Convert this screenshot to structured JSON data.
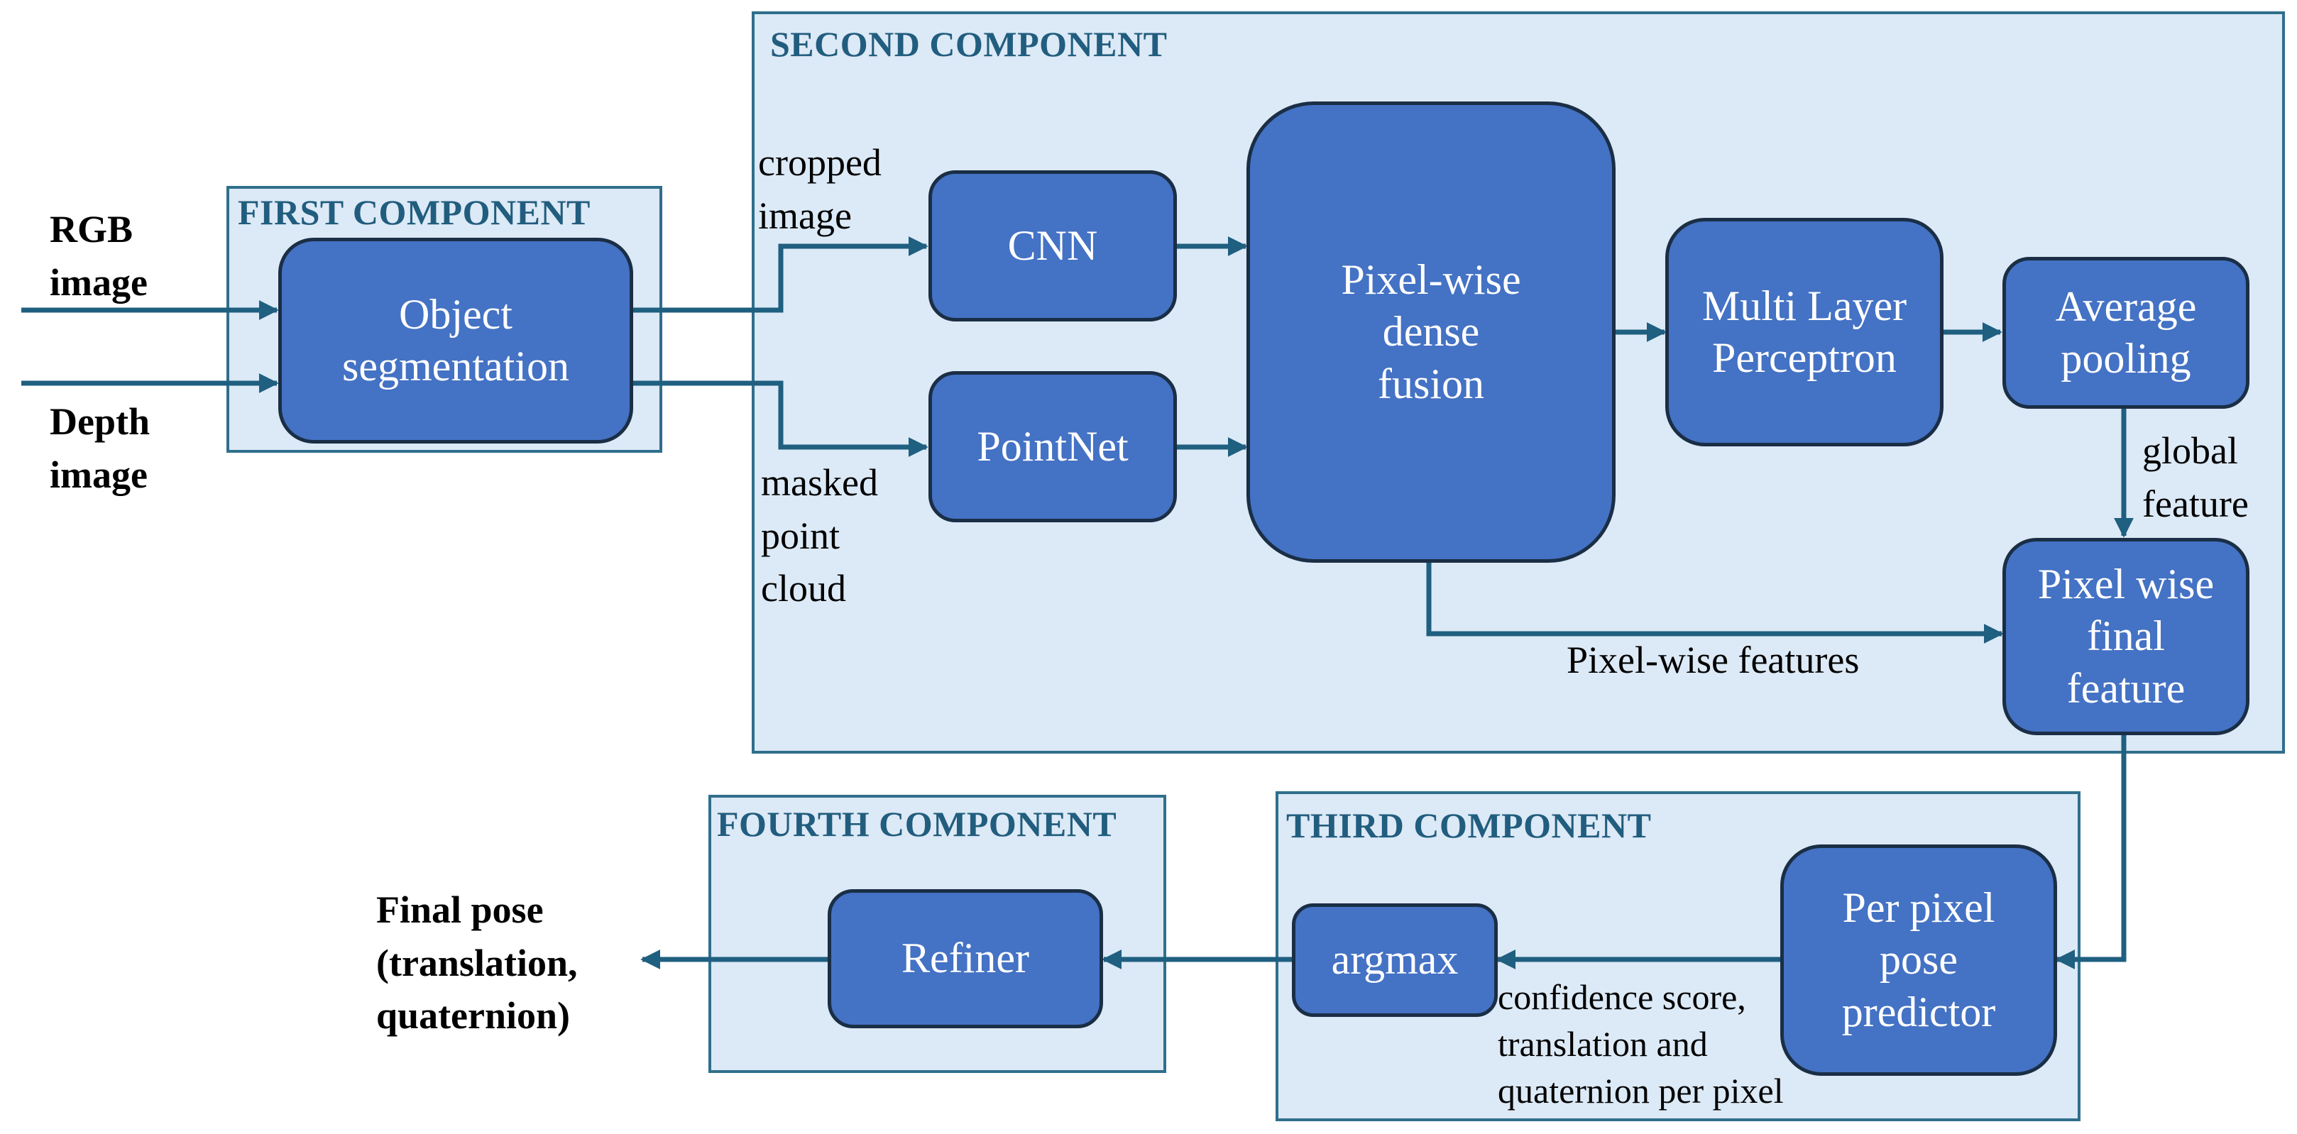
{
  "components": {
    "first": "FIRST COMPONENT",
    "second": "SECOND COMPONENT",
    "third": "THIRD COMPONENT",
    "fourth": "FOURTH COMPONENT"
  },
  "inputs": {
    "rgb": "RGB\nimage",
    "depth": "Depth\nimage"
  },
  "boxes": {
    "object_segmentation": "Object\nsegmentation",
    "cnn": "CNN",
    "pointnet": "PointNet",
    "dense_fusion": "Pixel-wise\ndense\nfusion",
    "mlp": "Multi Layer\nPerceptron",
    "avg_pooling": "Average\npooling",
    "final_feature": "Pixel wise\nfinal\nfeature",
    "pose_predictor": "Per pixel\npose\npredictor",
    "argmax": "argmax",
    "refiner": "Refiner"
  },
  "edge_labels": {
    "cropped_image": "cropped\nimage",
    "masked_point_cloud": "masked\npoint\ncloud",
    "global_feature": "global\nfeature",
    "pixel_wise_features": "Pixel-wise features",
    "confidence": "confidence score,\ntranslation and\nquaternion per pixel"
  },
  "output": {
    "final_pose": "Final pose\n(translation,\nquaternion)"
  },
  "colors": {
    "panel_fill": "#dce9f6",
    "panel_border": "#2f6f8c",
    "box_fill": "#4472c4",
    "box_border": "#1a2e45",
    "arrow": "#1f5f80"
  }
}
